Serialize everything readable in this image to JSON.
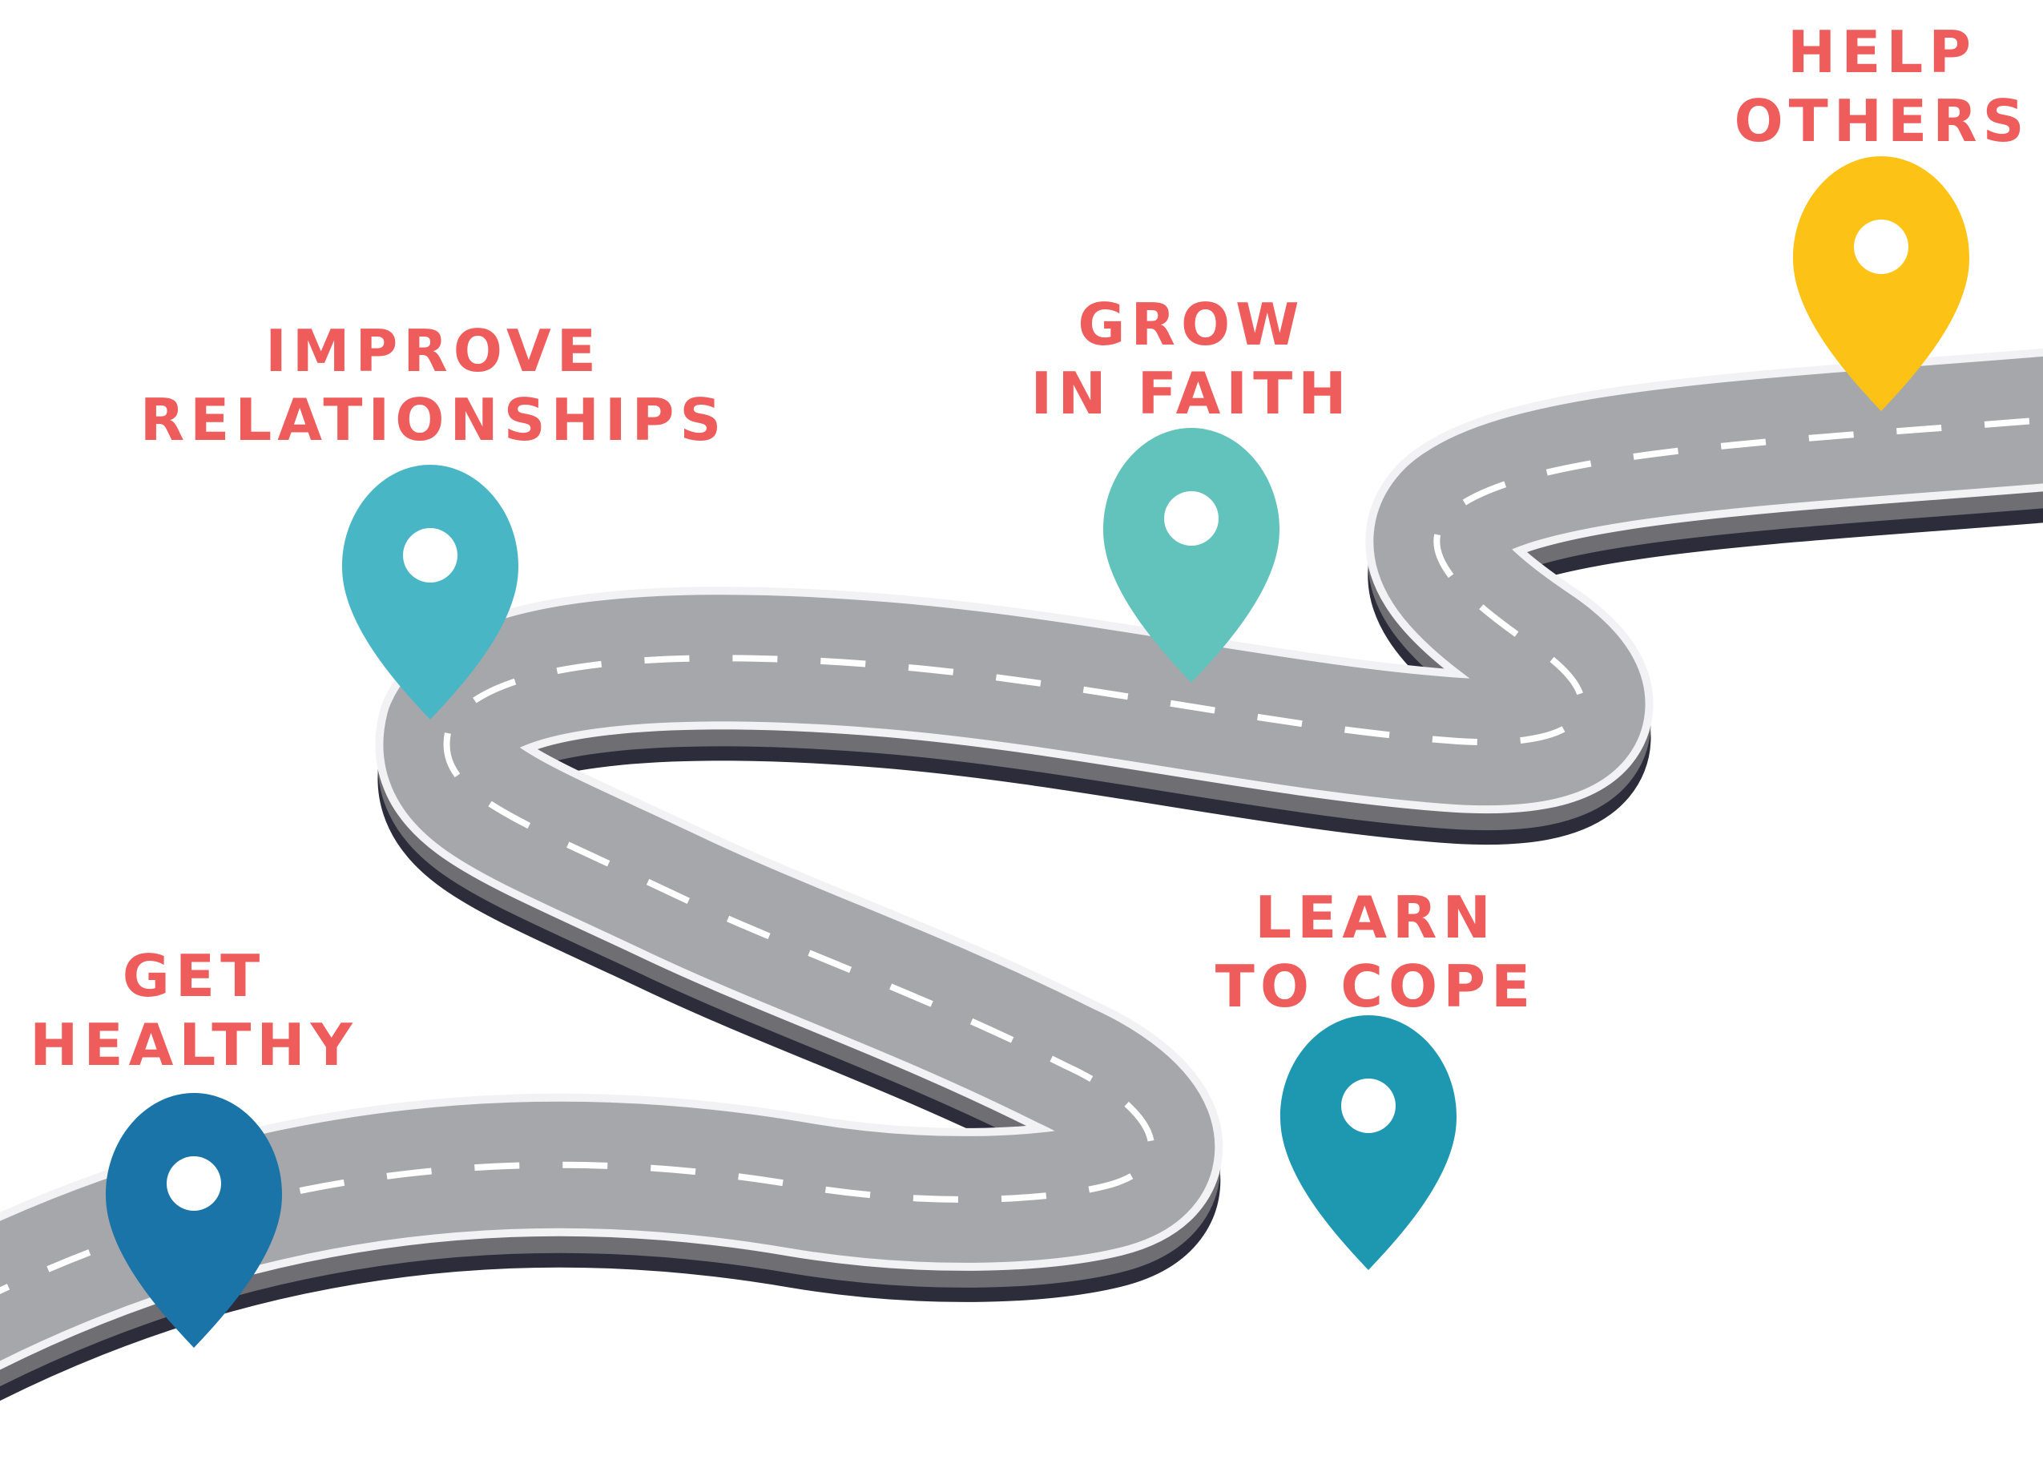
{
  "colors": {
    "background": "#ffffff",
    "label_text": "#ef5c5c",
    "road_surface": "#a6a7ab",
    "road_edge": "#f2f2f4",
    "road_shadow_dark": "#2d2c3b",
    "road_shadow_mid": "#6e6e73",
    "lane_dash": "#ffffff"
  },
  "milestones": [
    {
      "id": "get-healthy",
      "lines": [
        "GET",
        "HEALTHY"
      ],
      "pin_color": "#1a74a8",
      "pin_icon": "map-pin-icon"
    },
    {
      "id": "improve-relationships",
      "lines": [
        "IMPROVE",
        "RELATIONSHIPS"
      ],
      "pin_color": "#49b6c6",
      "pin_icon": "map-pin-icon"
    },
    {
      "id": "grow-in-faith",
      "lines": [
        "GROW",
        "IN FAITH"
      ],
      "pin_color": "#62c3bd",
      "pin_icon": "map-pin-icon"
    },
    {
      "id": "learn-to-cope",
      "lines": [
        "LEARN",
        "TO COPE"
      ],
      "pin_color": "#1e98b0",
      "pin_icon": "map-pin-icon"
    },
    {
      "id": "help-others",
      "lines": [
        "HELP",
        "OTHERS"
      ],
      "pin_color": "#fcc216",
      "pin_icon": "map-pin-icon"
    }
  ]
}
